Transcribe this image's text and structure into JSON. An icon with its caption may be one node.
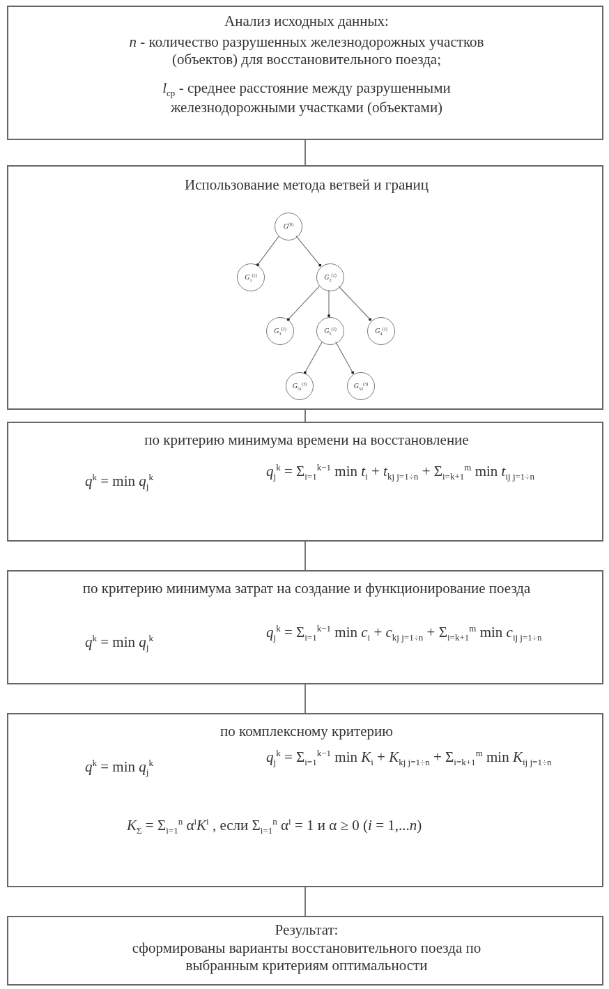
{
  "diagram": {
    "nodes": [
      {
        "text": [
          "Анализ исходных данных:",
          "*n* - количество разрушенных железнодорожных участков (объектов) для восстановительного поезда;",
          "*l*$_{ср}$ - среднее расстояние между разрушенными железнодорожными участками (объектами)"
        ]
      },
      {
        "text": [
          "Использование метода ветвей и границ"
        ]
      },
      {
        "text": [
          "*G*$^{(0)}$"
        ],
        "in": 1
      },
      {
        "text": [
          "*G*$_{1}$$^{(1)}$"
        ],
        "in": 1
      },
      {
        "text": [
          "*G*$_{2}$$^{(1)}$"
        ],
        "in": 1
      },
      {
        "text": [
          "*G*$_{3}$$^{(2)}$"
        ],
        "in": 1
      },
      {
        "text": [
          "*G*$_{5}$$^{(2)}$"
        ],
        "in": 1
      },
      {
        "text": [
          "*G*$_{4}$$^{(2)}$"
        ],
        "in": 1
      },
      {
        "text": [
          "*G*$_{51}$$^{(3)}$"
        ],
        "in": 1
      },
      {
        "text": [
          "*G*$_{52}$$^{(3)}$"
        ],
        "in": 1
      },
      {
        "text": [
          "по критерию минимума времени на восстановление",
          "*q*$^{k}$ = min *q*$_{j}$$^{k}$",
          "*q*$_{j}$$^{k}$ = Σ$_{i=1}$$^{k−1}$ min *t*$_{i}$ + *t*$_{kj}$$_{ j=1÷n}$ + Σ$_{i=k+1}$$^{m}$ min *t*$_{ij}$$_{ j=1÷n}$"
        ]
      },
      {
        "text": [
          "по критерию минимума затрат на создание и функционирование поезда",
          "*q*$^{k}$ = min *q*$_{j}$$^{k}$",
          "*q*$_{j}$$^{k}$ = Σ$_{i=1}$$^{k−1}$ min *c*$_{i}$ + *c*$_{kj}$$_{ j=1÷n}$ + Σ$_{i=k+1}$$^{m}$ min *c*$_{ij}$$_{ j=1÷n}$"
        ]
      },
      {
        "text": [
          "по комплексному критерию",
          "*q*$^{k}$ = min *q*$_{j}$$^{k}$",
          "*q*$_{j}$$^{k}$ = Σ$_{i=1}$$^{k−1}$ min *K*$_{i}$ + *K*$_{kj}$$_{ j=1÷n}$ + Σ$_{i=k+1}$$^{m}$ min *K*$_{ij}$$_{ j=1÷n}$",
          "*K*$_{Σ}$ = Σ$_{i=1}$$^{n}$ α$^{i}$*K*$^{i}$ ,   если  Σ$_{i=1}$$^{n}$ α$^{i}$ = 1  и  α ≥ 0  (*i* = 1,...*n*)"
        ]
      },
      {
        "text": [
          "Результат:",
          "сформированы варианты восстановительного поезда по выбранным критериям оптимальности"
        ]
      }
    ],
    "edges": [
      {
        "from": 0,
        "to": 1,
        "arrow": "none"
      },
      {
        "from": 2,
        "to": 3,
        "arrow": "other"
      },
      {
        "from": 2,
        "to": 4,
        "arrow": "other"
      },
      {
        "from": 4,
        "to": 5,
        "arrow": "other"
      },
      {
        "from": 4,
        "to": 6,
        "arrow": "other"
      },
      {
        "from": 4,
        "to": 7,
        "arrow": "other"
      },
      {
        "from": 6,
        "to": 8,
        "arrow": "other"
      },
      {
        "from": 6,
        "to": 9,
        "arrow": "other"
      },
      {
        "from": 1,
        "to": 10,
        "arrow": "none"
      },
      {
        "from": 10,
        "to": 11,
        "arrow": "none"
      },
      {
        "from": 11,
        "to": 12,
        "arrow": "none"
      },
      {
        "from": 12,
        "to": 13,
        "arrow": "none"
      }
    ]
  }
}
